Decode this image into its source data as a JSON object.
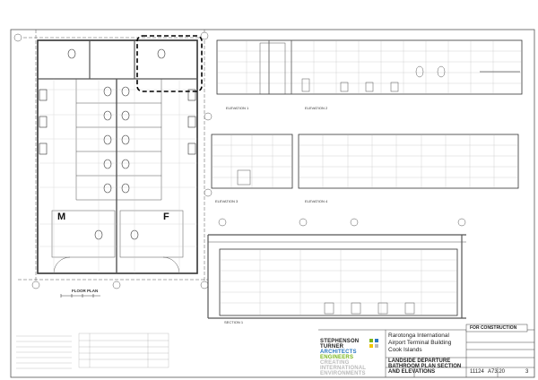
{
  "labels": {
    "floor_plan": "FLOOR PLAN",
    "elevation_1": "ELEVATION 1",
    "elevation_2": "ELEVATION 2",
    "elevation_3": "ELEVATION 3",
    "elevation_4": "ELEVATION 4",
    "section_1": "SECTION 1",
    "male": "M",
    "female": "F"
  },
  "logo": {
    "line1": "STEPHENSON",
    "line2": "TURNER",
    "line3": "ARCHITECTS",
    "line4": "ENGINEERS",
    "line5": "CREATING",
    "line6": "INTERNATIONAL",
    "line7": "ENVIRONMENTS",
    "colors": {
      "dark": "#222222",
      "green": "#7ab51d",
      "blue": "#2a77c2",
      "yellow": "#f2c500",
      "grey": "#bbbbbb"
    }
  },
  "title_block": {
    "status": "FOR CONSTRUCTION",
    "project_line1": "Rarotonga International",
    "project_line2": "Airport Terminal Building",
    "project_line3": "Cook Islands",
    "title_line1": "LANDSIDE DEPARTURE",
    "title_line2": "BATHROOM PLAN SECTION",
    "title_line3": "AND ELEVATIONS",
    "job_number": "11124",
    "drawing_number": "A73.20",
    "revision": "3"
  },
  "colors": {
    "line": "#444444",
    "highlight": "#000000"
  }
}
